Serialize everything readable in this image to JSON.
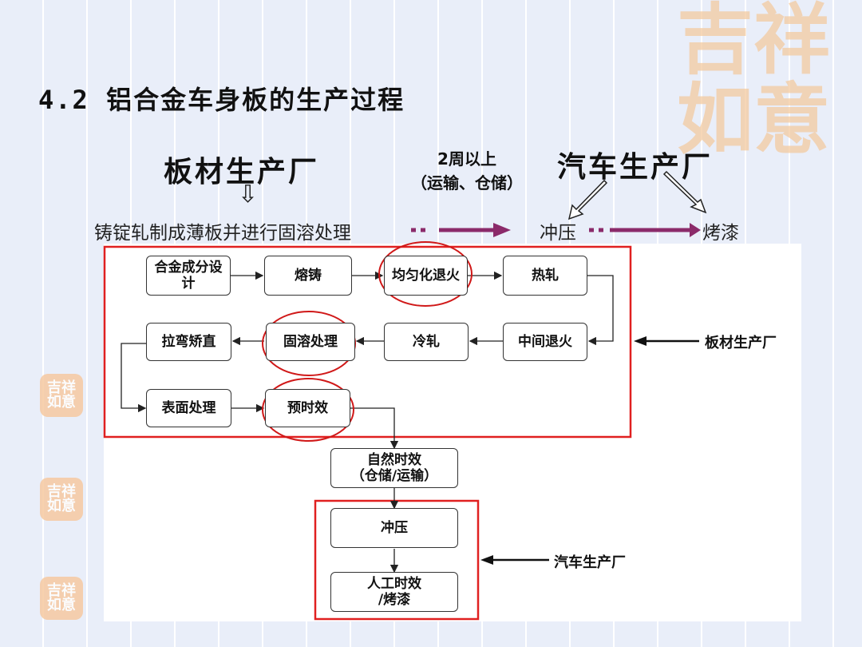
{
  "slide": {
    "title": "4.2 铝合金车身板的生产过程",
    "plant_sheet": "板材生产厂",
    "plant_car": "汽车生产厂",
    "transit_line1": "2周以上",
    "transit_line2": "（运输、仓储）",
    "down_arrow": "⇩",
    "step_sheet": "铸锭轧制成薄板并进行固溶处理",
    "step_press": "冲压",
    "step_paint": "烤漆",
    "logo_text": "吉祥如意",
    "stamp_text": "吉祥如意"
  },
  "flow": {
    "nodes": {
      "alloy": "合金成分设计",
      "casting": "熔铸",
      "homogenize": "均匀化退火",
      "hotroll": "热轧",
      "intermediate": "中间退火",
      "coldroll": "冷轧",
      "solution": "固溶处理",
      "straighten": "拉弯矫直",
      "surface": "表面处理",
      "preage": "预时效",
      "natural_line1": "自然时效",
      "natural_line2": "（仓储/运输）",
      "press": "冲压",
      "artificial_line1": "人工时效",
      "artificial_line2": "/烤漆"
    },
    "side_label_sheet": "板材生产厂",
    "side_label_car": "汽车生产厂",
    "colors": {
      "red_box": "#e02020",
      "purple_arrow": "#8b2a6a",
      "stamp": "#f3caa0"
    }
  }
}
